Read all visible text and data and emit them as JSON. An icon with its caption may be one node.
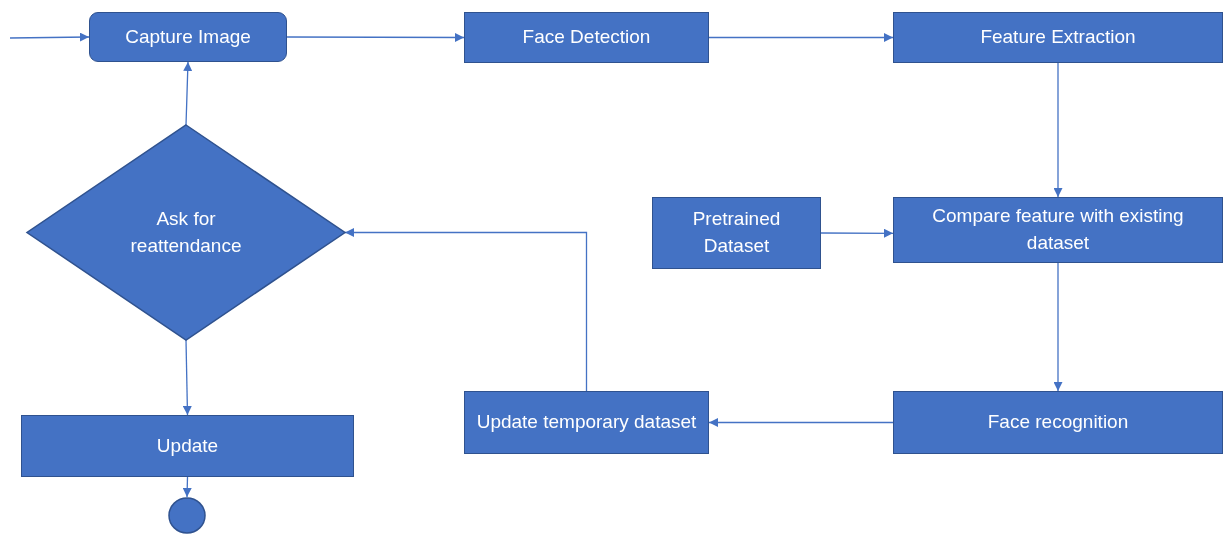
{
  "diagram": {
    "nodes": [
      {
        "text": [
          "Capture Image"
        ]
      },
      {
        "text": [
          "Face Detection"
        ]
      },
      {
        "text": [
          "Feature Extraction"
        ]
      },
      {
        "text": [
          "Pretrained Dataset"
        ]
      },
      {
        "text": [
          "Compare feature with existing dataset"
        ]
      },
      {
        "text": [
          "Face recognition"
        ]
      },
      {
        "text": [
          "Update temporary dataset"
        ]
      },
      {
        "text": [
          "Ask for reattendance"
        ]
      },
      {
        "text": [
          "Update"
        ]
      },
      {
        "text": [],
        "shape": "circle"
      }
    ],
    "edges": [
      {
        "from": null,
        "to": 0,
        "arrow": "to"
      },
      {
        "from": 0,
        "to": 1,
        "arrow": "to"
      },
      {
        "from": 1,
        "to": 2,
        "arrow": "to"
      },
      {
        "from": 2,
        "to": 4,
        "arrow": "to"
      },
      {
        "from": 3,
        "to": 4,
        "arrow": "to"
      },
      {
        "from": 4,
        "to": 5,
        "arrow": "to"
      },
      {
        "from": 5,
        "to": 6,
        "arrow": "to"
      },
      {
        "from": 6,
        "to": 7,
        "arrow": "to"
      },
      {
        "from": 7,
        "to": 0,
        "arrow": "to"
      },
      {
        "from": 7,
        "to": 8,
        "arrow": "to"
      },
      {
        "from": 8,
        "to": 9,
        "arrow": "to"
      }
    ]
  }
}
